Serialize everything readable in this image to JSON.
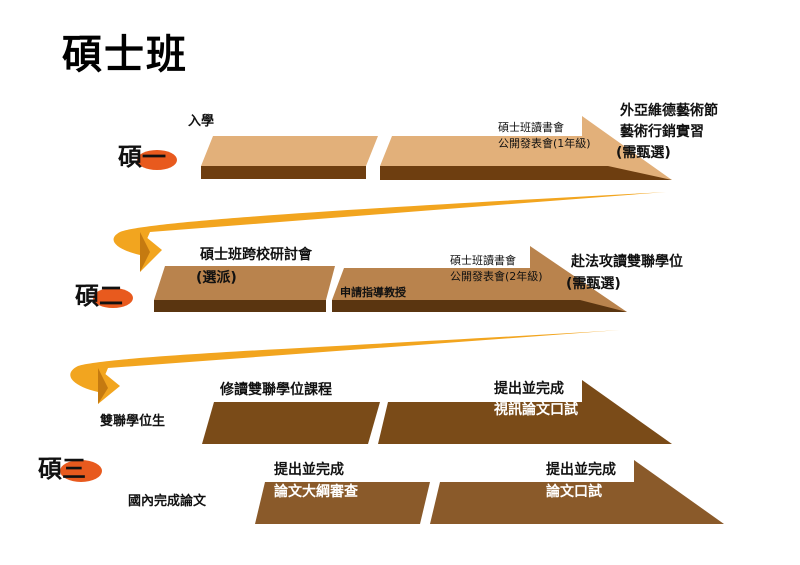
{
  "page_title": "碩士班",
  "years": {
    "y1": "碩一",
    "y2": "碩二",
    "y3": "碩三"
  },
  "row1": {
    "enroll": "入學",
    "seminar_line1": "碩士班讀書會",
    "seminar_line2": "公開發表會(1年級)",
    "exchange_line1": "外亞維德藝術節",
    "exchange_line2": "藝術行銷實習",
    "exchange_line3": "(需甄選)"
  },
  "row2": {
    "symposium_line1": "碩士班跨校研討會",
    "symposium_line2": "(選派)",
    "advisor": "申請指導教授",
    "seminar_line1": "碩士班讀書會",
    "seminar_line2": "公開發表會(2年級)",
    "france_line1": "赴法攻讀雙聯學位",
    "france_line2": "(需甄選)"
  },
  "row3": {
    "dual_courses": "修讀雙聯學位課程",
    "dual_defense_line1": "提出並完成",
    "dual_defense_line2": "視訊論文口試",
    "dual_student": "雙聯學位生"
  },
  "row4": {
    "domestic": "國內完成論文",
    "proposal_line1": "提出並完成",
    "proposal_line2": "論文大綱審查",
    "defense_line1": "提出並完成",
    "defense_line2": "論文口試"
  },
  "colors": {
    "row1_light": "#e2b07a",
    "row1_dark": "#6e3e10",
    "row2_light": "#b9834d",
    "row2_dark": "#5a3510",
    "row3": "#7a4b18",
    "row4": "#8a5a2a",
    "connector": "#f2a51f",
    "dot": "#e85a1e"
  }
}
